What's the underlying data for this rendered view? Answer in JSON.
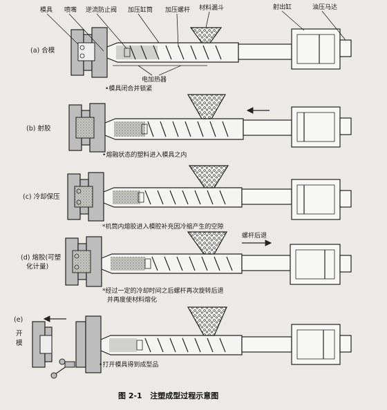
{
  "components": {
    "mold": "模具",
    "nozzle": "喷嘴",
    "check_valve": "逆流防止阀",
    "heating_barrel": "加压缸筒",
    "screw": "加压螺杆",
    "hopper": "材料漏斗",
    "injection_cylinder": "射出缸",
    "hydraulic_motor": "油压马达",
    "heater": "电加热器"
  },
  "stages": [
    {
      "label": "(a) 合模",
      "note": "模具闭合并锁紧"
    },
    {
      "label": "(b) 射胶",
      "note": "熔融状态的塑料进入模具之内"
    },
    {
      "label": "(c) 冷却保压",
      "note": "机筒内熔胶进入模腔补充因冷缩产生的空隙"
    },
    {
      "label_line1": "(d) 熔胶(可塑",
      "label_line2": "化计量)",
      "note_line1": "经过一定的冷却时间之后螺杆再次旋转后退",
      "note_line2": "并再度使材料熔化",
      "extra": "螺杆后退"
    },
    {
      "label_line1": "(e)",
      "label_line2": "开",
      "label_line3": "模",
      "note": "打开模具得到成型品"
    }
  ],
  "caption": "图 2-1   注塑成型过程示意图",
  "colors": {
    "background": "#eceae6",
    "line": "#222222",
    "mold_fill": "#bdbdbd"
  }
}
